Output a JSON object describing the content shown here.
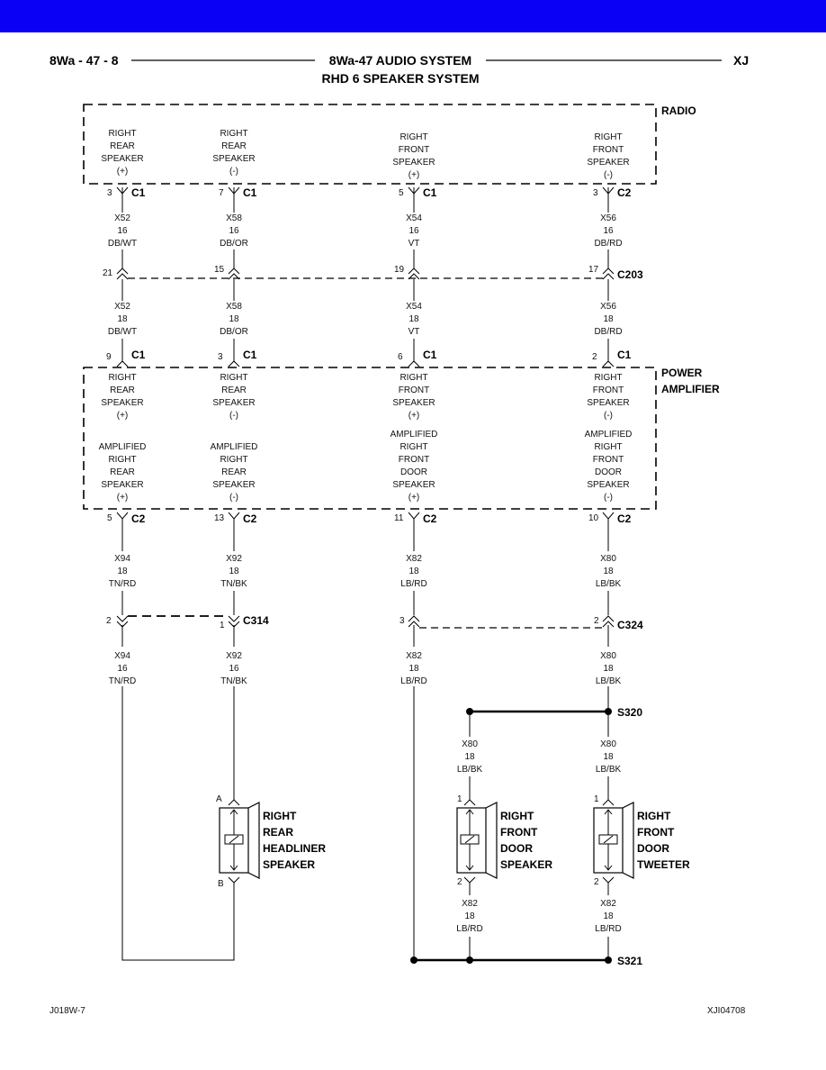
{
  "header": {
    "left": "8Wa - 47 - 8",
    "title": "8Wa-47 AUDIO SYSTEM",
    "subtitle": "RHD 6 SPEAKER SYSTEM",
    "right": "XJ"
  },
  "footer": {
    "left": "J018W-7",
    "right": "XJI04708"
  },
  "modules": {
    "radio": "RADIO",
    "amp1": "POWER",
    "amp2": "AMPLIFIER"
  },
  "radio_cols": [
    [
      "RIGHT",
      "REAR",
      "SPEAKER",
      "(+)"
    ],
    [
      "RIGHT",
      "REAR",
      "SPEAKER",
      "(-)"
    ],
    [
      "RIGHT",
      "FRONT",
      "SPEAKER",
      "(+)"
    ],
    [
      "RIGHT",
      "FRONT",
      "SPEAKER",
      "(-)"
    ]
  ],
  "amp_inputs": [
    [
      "RIGHT",
      "REAR",
      "SPEAKER",
      "(+)"
    ],
    [
      "RIGHT",
      "REAR",
      "SPEAKER",
      "(-)"
    ],
    [
      "RIGHT",
      "FRONT",
      "SPEAKER",
      "(+)"
    ],
    [
      "RIGHT",
      "FRONT",
      "SPEAKER",
      "(-)"
    ]
  ],
  "amp_outputs": [
    [
      "AMPLIFIED",
      "RIGHT",
      "REAR",
      "SPEAKER",
      "(+)"
    ],
    [
      "AMPLIFIED",
      "RIGHT",
      "REAR",
      "SPEAKER",
      "(-)"
    ],
    [
      "AMPLIFIED",
      "RIGHT",
      "FRONT",
      "DOOR",
      "SPEAKER",
      "(+)"
    ],
    [
      "AMPLIFIED",
      "RIGHT",
      "FRONT",
      "DOOR",
      "SPEAKER",
      "(-)"
    ]
  ],
  "radio_pins": [
    {
      "pin": "3",
      "conn": "C1"
    },
    {
      "pin": "7",
      "conn": "C1"
    },
    {
      "pin": "5",
      "conn": "C1"
    },
    {
      "pin": "3",
      "conn": "C2"
    }
  ],
  "wires_radio": [
    [
      "X52",
      "16",
      "DB/WT"
    ],
    [
      "X58",
      "16",
      "DB/OR"
    ],
    [
      "X54",
      "16",
      "VT"
    ],
    [
      "X56",
      "16",
      "DB/RD"
    ]
  ],
  "c203": {
    "pins": [
      "21",
      "15",
      "19",
      "17"
    ],
    "name": "C203"
  },
  "wires_amp_in": [
    [
      "X52",
      "18",
      "DB/WT"
    ],
    [
      "X58",
      "18",
      "DB/OR"
    ],
    [
      "X54",
      "18",
      "VT"
    ],
    [
      "X56",
      "18",
      "DB/RD"
    ]
  ],
  "amp_in_pins": [
    {
      "pin": "9",
      "conn": "C1"
    },
    {
      "pin": "3",
      "conn": "C1"
    },
    {
      "pin": "6",
      "conn": "C1"
    },
    {
      "pin": "2",
      "conn": "C1"
    }
  ],
  "amp_out_pins": [
    {
      "pin": "5",
      "conn": "C2"
    },
    {
      "pin": "13",
      "conn": "C2"
    },
    {
      "pin": "11",
      "conn": "C2"
    },
    {
      "pin": "10",
      "conn": "C2"
    }
  ],
  "wires_amp_out": [
    [
      "X94",
      "18",
      "TN/RD"
    ],
    [
      "X92",
      "18",
      "TN/BK"
    ],
    [
      "X82",
      "18",
      "LB/RD"
    ],
    [
      "X80",
      "18",
      "LB/BK"
    ]
  ],
  "c314": {
    "pins": [
      "2",
      "1"
    ],
    "name": "C314"
  },
  "c324": {
    "pins": [
      "3",
      "2"
    ],
    "name": "C324"
  },
  "wires_lower": [
    [
      "X94",
      "16",
      "TN/RD"
    ],
    [
      "X92",
      "16",
      "TN/BK"
    ],
    [
      "X82",
      "18",
      "LB/RD"
    ],
    [
      "X80",
      "18",
      "LB/BK"
    ]
  ],
  "s320": "S320",
  "s321": "S321",
  "wires_s320": [
    [
      "X80",
      "18",
      "LB/BK"
    ],
    [
      "X80",
      "18",
      "LB/BK"
    ]
  ],
  "wires_spk_out": [
    [
      "X82",
      "18",
      "LB/RD"
    ],
    [
      "X82",
      "18",
      "LB/RD"
    ]
  ],
  "speakers": {
    "headliner": {
      "pin_top": "A",
      "pin_bot": "B",
      "label": [
        "RIGHT",
        "REAR",
        "HEADLINER",
        "SPEAKER"
      ]
    },
    "door": {
      "pin_top": "1",
      "pin_bot": "2",
      "label": [
        "RIGHT",
        "FRONT",
        "DOOR",
        "SPEAKER"
      ]
    },
    "tweeter": {
      "pin_top": "1",
      "pin_bot": "2",
      "label": [
        "RIGHT",
        "FRONT",
        "DOOR",
        "TWEETER"
      ]
    }
  },
  "colors": {
    "topbar": "#0a00f5",
    "ink": "#000000"
  }
}
